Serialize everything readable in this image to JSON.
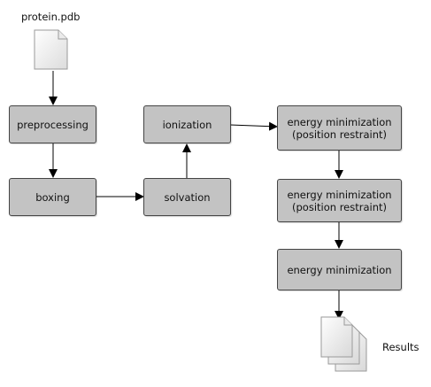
{
  "input": {
    "filename": "protein.pdb",
    "icon": "document-icon"
  },
  "nodes": {
    "preprocessing": "preprocessing",
    "boxing": "boxing",
    "solvation": "solvation",
    "ionization": "ionization",
    "em1_line1": "energy minimization",
    "em1_line2": "(position restraint)",
    "em2_line1": "energy minimization",
    "em2_line2": "(position restraint)",
    "em3": "energy minimization"
  },
  "output": {
    "label": "Results",
    "icon": "documents-stack-icon"
  },
  "colors": {
    "node_fill": "#c3c3c3",
    "node_border": "#444444",
    "arrow": "#000000"
  }
}
